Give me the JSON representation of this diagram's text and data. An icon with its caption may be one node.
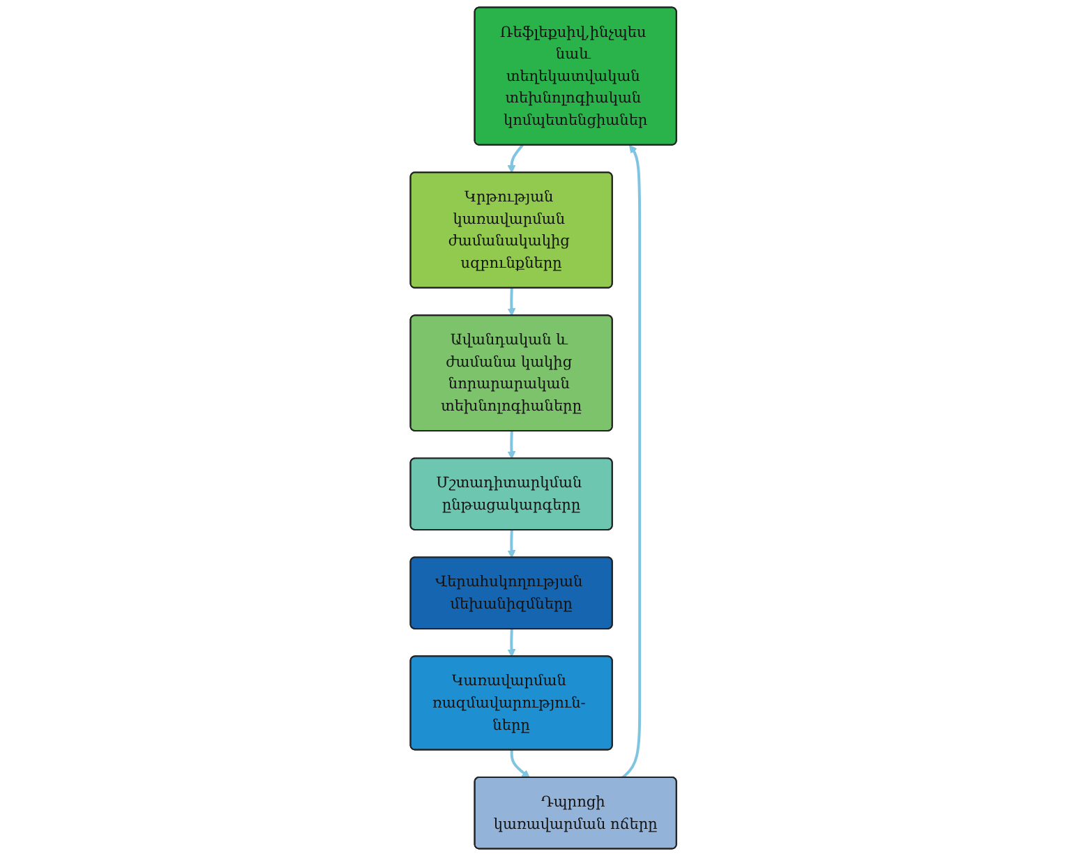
{
  "diagram": {
    "nodes": [
      {
        "text": [
          "Ռեֆլեքսիվ,ինչպես նաև տեղեկատվական տեխնոլոգիական կոմպետենցիաներ"
        ]
      },
      {
        "text": [
          "Կրթության կառավարման ժամանակակից սզբունքները"
        ]
      },
      {
        "text": [
          "Դպրոցի կառավարման ոճերը"
        ]
      },
      {
        "text": [
          "Ավանդական և ժամանա կակից նորարարական տեխնոլոգիաները"
        ]
      },
      {
        "text": [
          "Կառավարման ռազմավարություն- ները"
        ]
      },
      {
        "text": [
          "Մշտադիտարկման ընթացակարգերը"
        ]
      },
      {
        "text": [
          "Վերահսկողության մեխանիզմները"
        ]
      }
    ],
    "edges": [
      {
        "from": 0,
        "to": 1,
        "arrow": "to"
      },
      {
        "from": 1,
        "to": 3,
        "arrow": "to"
      },
      {
        "from": 3,
        "to": 5,
        "arrow": "to"
      },
      {
        "from": 5,
        "to": 6,
        "arrow": "to"
      },
      {
        "from": 6,
        "to": 4,
        "arrow": "to"
      },
      {
        "from": 4,
        "to": 2,
        "arrow": "to"
      },
      {
        "from": 2,
        "to": 0,
        "arrow": "to"
      }
    ]
  }
}
